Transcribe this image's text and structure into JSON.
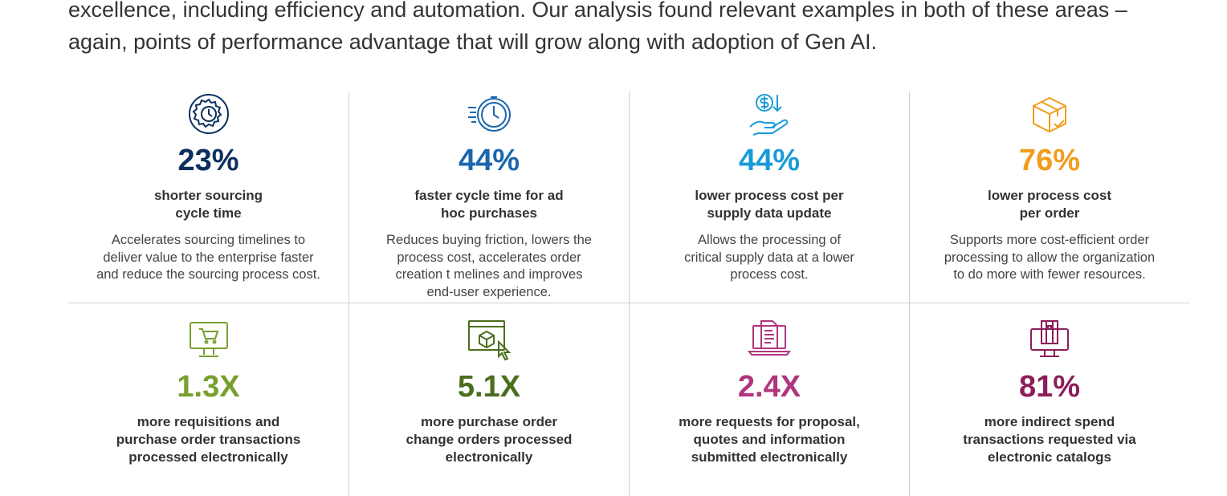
{
  "intro": {
    "line1": "excellence, including efficiency and automation. Our analysis found relevant examples in both of these areas –",
    "line2": "again, points of performance advantage that will grow along with adoption of Gen AI."
  },
  "colors": {
    "navy": "#0c2f5e",
    "blue": "#1a66ad",
    "light_blue": "#1a9bd7",
    "orange": "#f29c1e",
    "light_green": "#78a02e",
    "dark_green": "#4b6e1e",
    "magenta": "#b0357e",
    "purple": "#8c1e5a"
  },
  "metrics": [
    {
      "icon": "gear-clock-icon",
      "stat": "23%",
      "label": "shorter sourcing\ncycle time",
      "desc": "Accelerates sourcing timelines to\ndeliver value to the enterprise faster\nand reduce the sourcing process cost."
    },
    {
      "icon": "stopwatch-icon",
      "stat": "44%",
      "label": "faster cycle time for ad\nhoc purchases",
      "desc": "Reduces buying friction, lowers the\nprocess cost, accelerates order\ncreation t melines and improves\nend-user experience."
    },
    {
      "icon": "hand-dollar-icon",
      "stat": "44%",
      "label": "lower process cost per\nsupply data update",
      "desc": "Allows the processing of\ncritical supply data at a lower\nprocess cost."
    },
    {
      "icon": "package-icon",
      "stat": "76%",
      "label": "lower process cost\nper order",
      "desc": "Supports more cost-efficient order\nprocessing to allow the organization\nto do more with fewer resources."
    },
    {
      "icon": "monitor-cart-icon",
      "stat": "1.3X",
      "label": "more requisitions and\npurchase order transactions\nprocessed electronically",
      "desc": ""
    },
    {
      "icon": "browser-box-cursor-icon",
      "stat": "5.1X",
      "label": "more purchase order\nchange orders processed\nelectronically",
      "desc": ""
    },
    {
      "icon": "laptop-document-icon",
      "stat": "2.4X",
      "label": "more requests for proposal,\nquotes and information\nsubmitted electronically",
      "desc": ""
    },
    {
      "icon": "monitor-catalog-icon",
      "stat": "81%",
      "label": "more indirect spend\ntransactions requested via\nelectronic catalogs",
      "desc": ""
    }
  ]
}
